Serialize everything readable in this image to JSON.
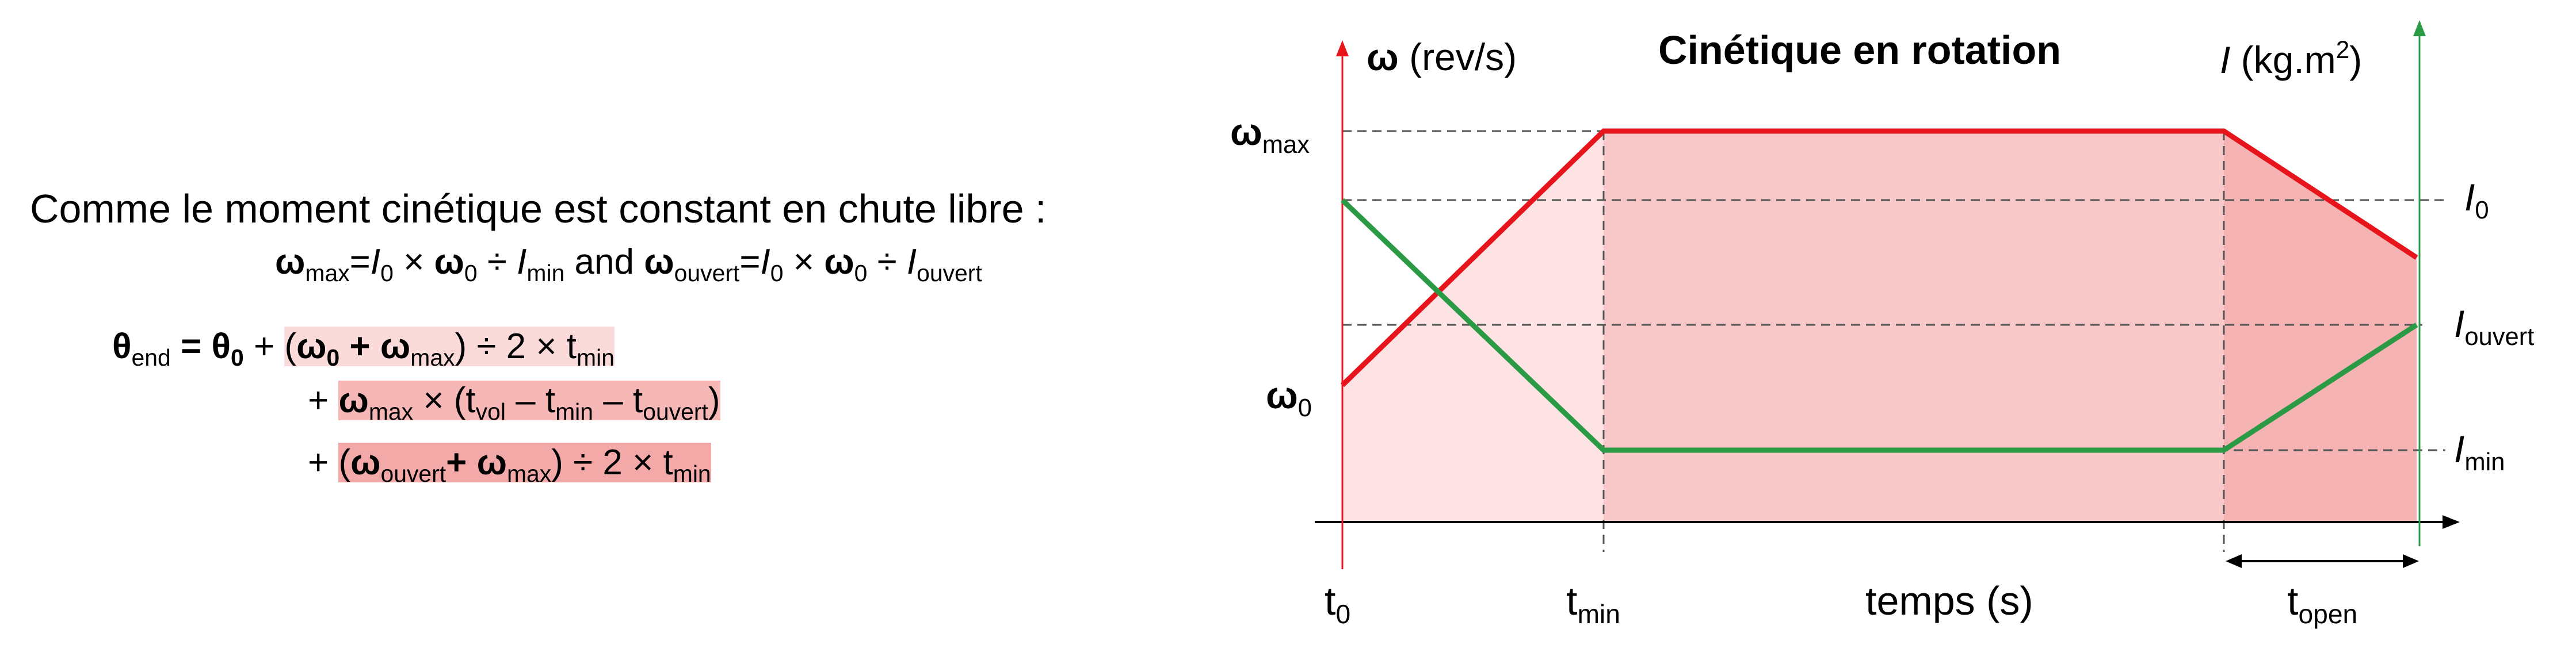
{
  "intro": "Comme le moment cinétique est constant en chute libre :",
  "eq1": {
    "omega": "ω",
    "max": "max",
    "eq": "=",
    "I": "I",
    "zero": "0",
    "times": " × ",
    "div": " ÷ ",
    "min": "min",
    "and": " and ",
    "ouvert": "ouvert"
  },
  "theta_eq": {
    "theta": "θ",
    "end": "end",
    "equals": " = ",
    "plus": " + ",
    "term1": {
      "open": "(",
      "plus": " + ",
      "close": ") ÷ 2 × t",
      "min": "min"
    },
    "term2": {
      "times": " × (t",
      "vol": "vol",
      "minus1": " – t",
      "min": "min",
      "minus2": " – t",
      "ouvert": "ouvert",
      "close": ")"
    },
    "term3": {
      "open": "(",
      "ouvert": "ouvert",
      "plus": "+ ",
      "close": ") ÷ 2 × t",
      "min": "min"
    }
  },
  "chart": {
    "title": "Cinétique en rotation",
    "left_axis": {
      "symbol": "ω",
      "unit": " (rev/s)"
    },
    "right_axis": {
      "symbol": "I",
      "unit": " (kg.m",
      "sup": "2",
      "close": ")"
    },
    "x_axis_label": "temps (s)",
    "x_ticks": {
      "t": "t",
      "t0_sub": "0",
      "tmin_sub": "min",
      "topen_sub": "open"
    },
    "left_labels": {
      "omega": "ω",
      "max_sub": "max",
      "zero_sub": "0"
    },
    "right_labels": {
      "I": "I",
      "zero_sub": "0",
      "ouvert_sub": "ouvert",
      "min_sub": "min"
    },
    "colors": {
      "omega_line": "#e8141b",
      "inertia_line": "#2b9a45",
      "axis_left": "#e8141b",
      "axis_right": "#2b9a45",
      "fill_light": "#fde3e3",
      "fill_mid": "#f8c8c8",
      "fill_dark": "#f5b3b3"
    }
  },
  "chart_data": {
    "type": "line",
    "title": "Cinétique en rotation",
    "xlabel": "temps (s)",
    "ylabel": "ω (rev/s)",
    "y2label": "I (kg.m²)",
    "x_ticks": [
      "t0",
      "tmin",
      "topen"
    ],
    "series": [
      {
        "name": "ω",
        "x": [
          "t0",
          "tmin",
          "topen start",
          "end"
        ],
        "values": [
          "ω0",
          "ωmax",
          "ωmax",
          "ωouvert"
        ]
      },
      {
        "name": "I",
        "x": [
          "t0",
          "tmin",
          "topen start",
          "end"
        ],
        "values": [
          "I0",
          "Imin",
          "Imin",
          "Iouvert"
        ]
      }
    ]
  }
}
